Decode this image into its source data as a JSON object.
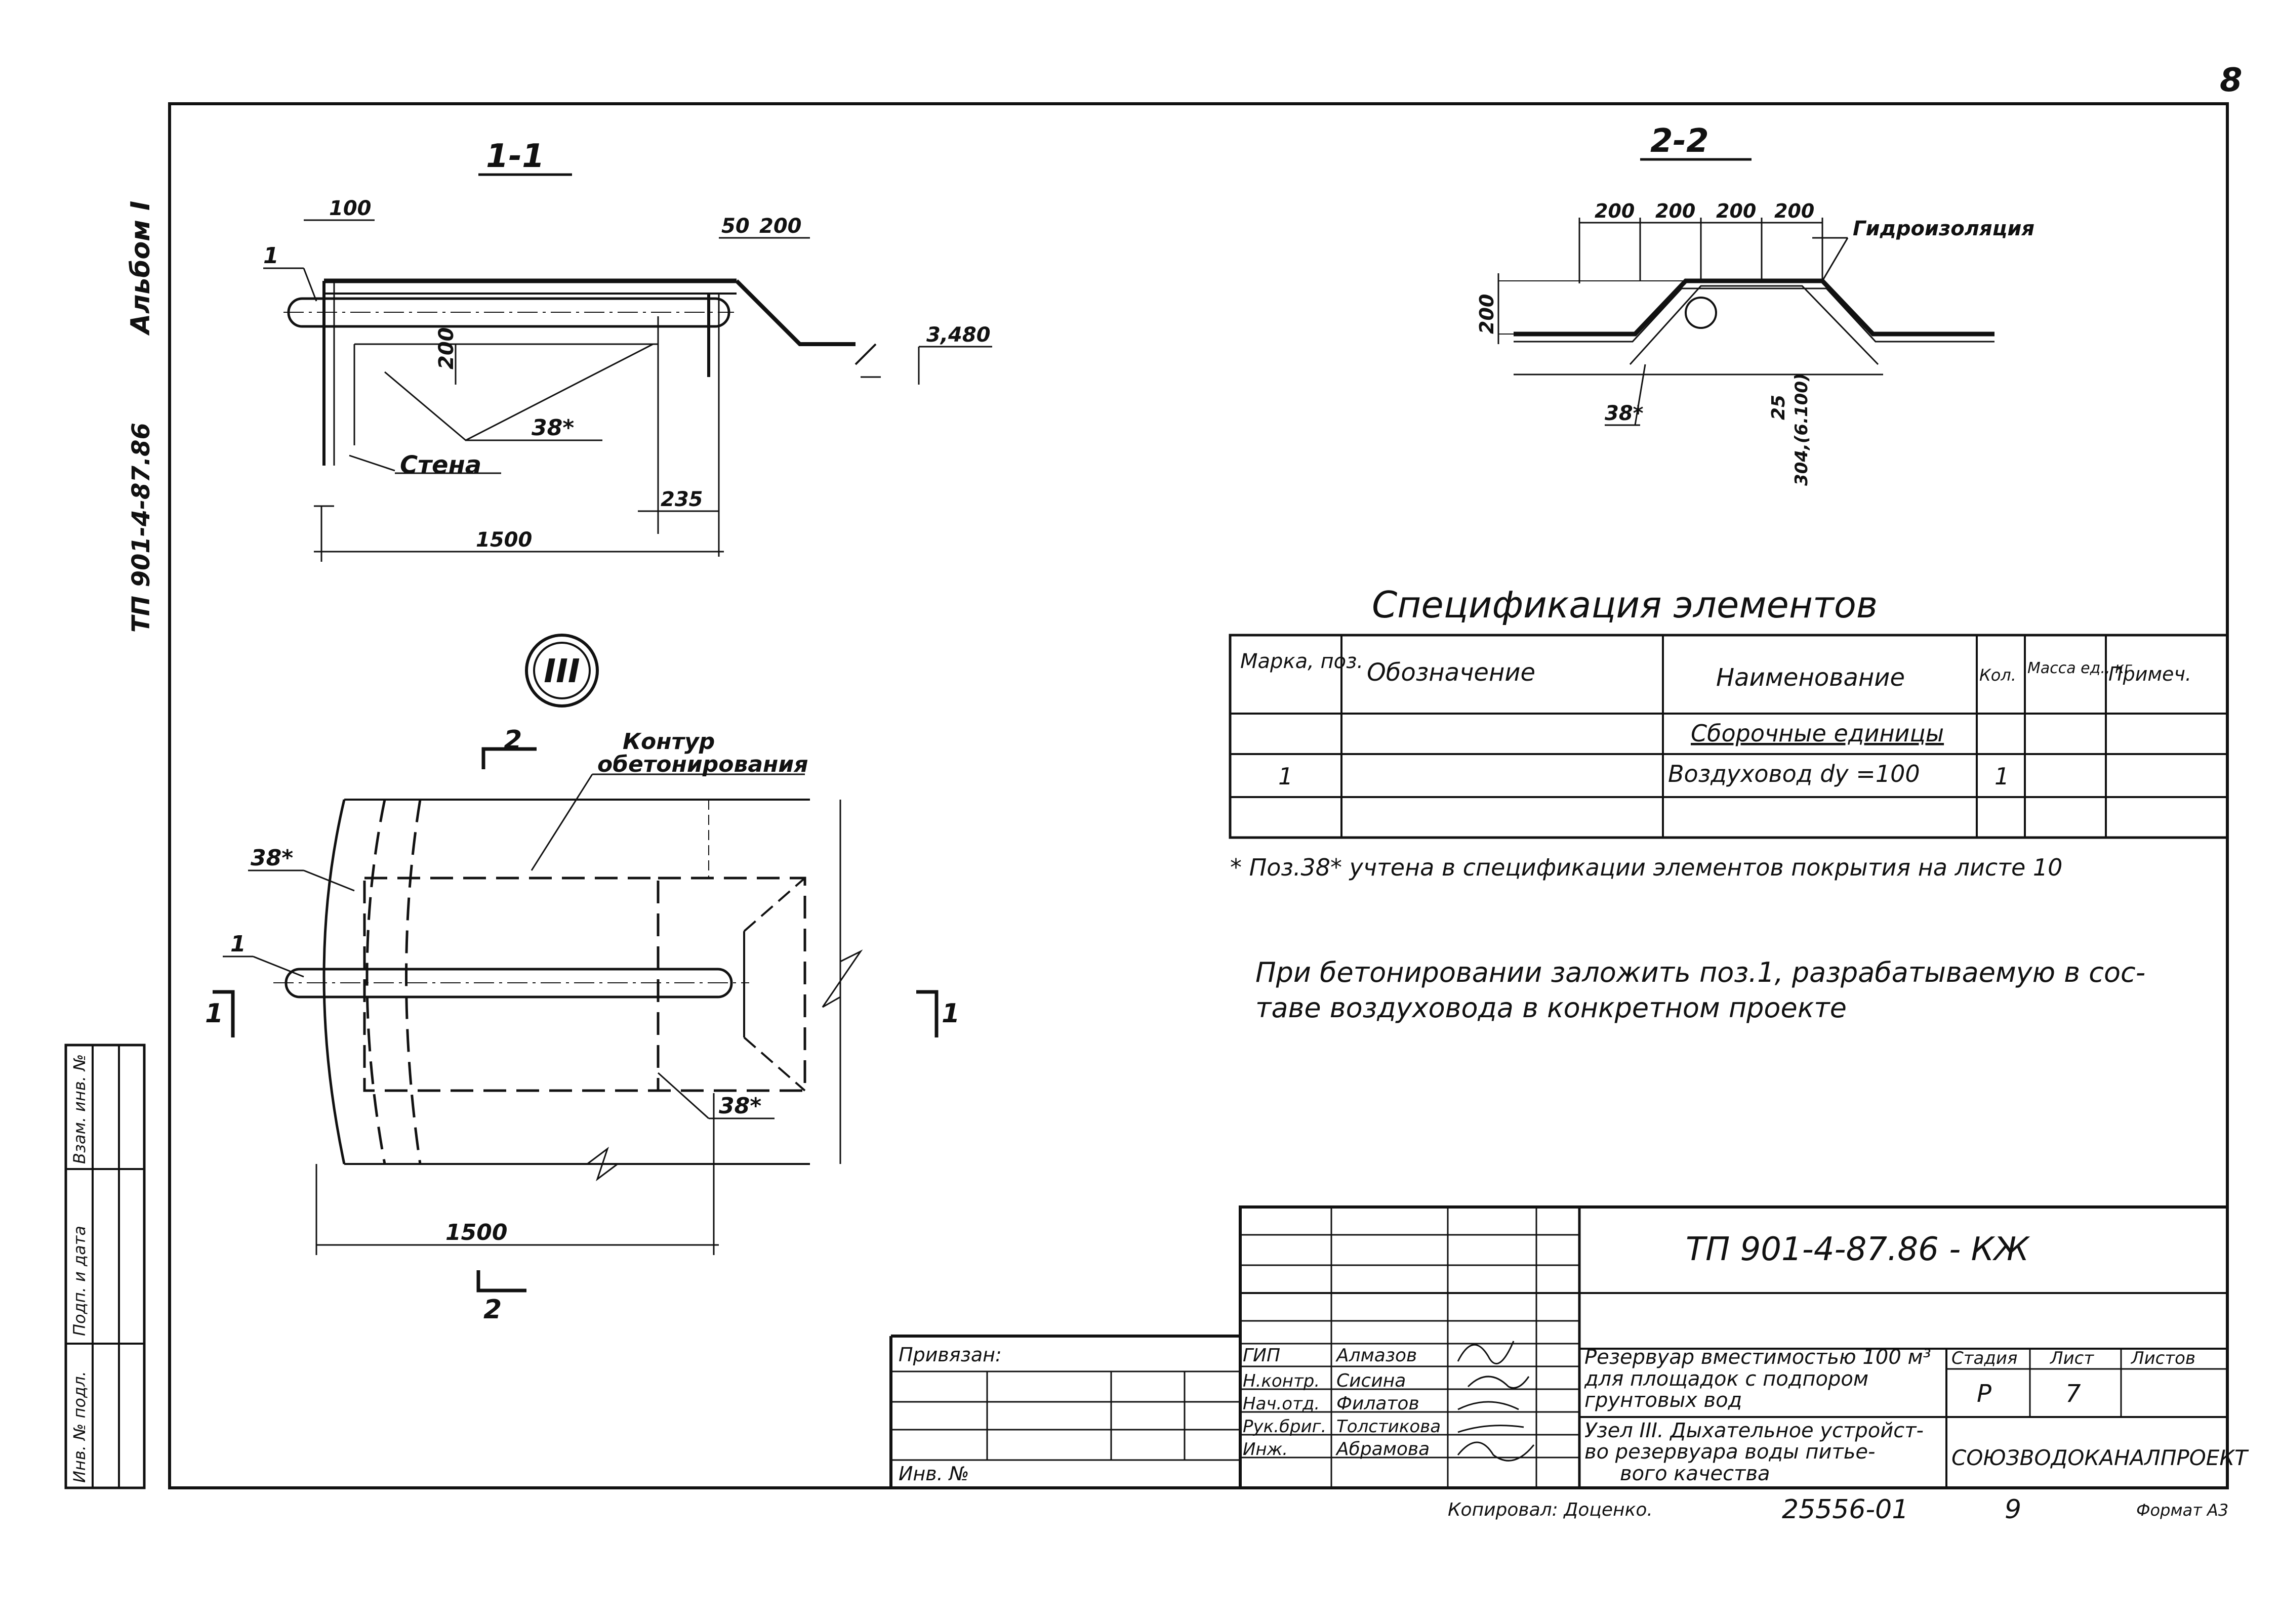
{
  "sheet_number": "8",
  "side_album": "Альбом I",
  "side_code": "ТП 901-4-87.86",
  "section_1": {
    "title": "1-1",
    "dims": {
      "d100": "100",
      "d50": "50",
      "d200a": "200",
      "d200b": "200",
      "elev": "3,480",
      "d235": "235",
      "d1500": "1500"
    },
    "labels": {
      "pos1": "1",
      "pos38": "38*",
      "wall": "Стена"
    }
  },
  "section_2": {
    "title": "2-2",
    "dims": {
      "d200_1": "200",
      "d200_2": "200",
      "d200_3": "200",
      "d200_4": "200",
      "d200_v": "200",
      "d25": "25",
      "elev": "304,(6.100)"
    },
    "labels": {
      "waterproof": "Гидроизоляция",
      "pos38": "38*"
    }
  },
  "node": {
    "mark": "III",
    "contour_label_1": "Контур",
    "contour_label_2": "обетонирования",
    "pos38_a": "38*",
    "pos38_b": "38*",
    "pos1": "1",
    "d1500": "1500",
    "cut_2_top": "2",
    "cut_2_bottom": "2",
    "cut_1_left": "1",
    "cut_1_right": "1"
  },
  "spec": {
    "title": "Спецификация элементов",
    "headers": [
      "Марка, поз.",
      "Обозначение",
      "Наименование",
      "Кол.",
      "Масса ед., кг",
      "Примеч."
    ],
    "section_label": "Сборочные единицы",
    "rows": [
      {
        "pos": "1",
        "designation": "",
        "name": "Воздуховод dу =100",
        "qty": "1",
        "mass": "",
        "note": ""
      }
    ],
    "footnote": "* Поз.38* учтена в спецификации элементов покрытия на листе 10"
  },
  "note": {
    "line1": "При бетонировании заложить поз.1, разрабатываемую в сос-",
    "line2": "таве воздуховода в конкретном проекте"
  },
  "stamp": {
    "doc_code": "ТП 901-4-87.86 - КЖ",
    "attached": "Привязан:",
    "inv_no": "Инв. №",
    "roles": [
      {
        "role": "ГИП",
        "name": "Алмазов"
      },
      {
        "role": "Н.контр.",
        "name": "Сисина"
      },
      {
        "role": "Нач.отд.",
        "name": "Филатов"
      },
      {
        "role": "Рук.бриг.",
        "name": "Толстикова"
      },
      {
        "role": "Инж.",
        "name": "Абрамова"
      }
    ],
    "object_title_1": "Резервуар вместимостью 100 м³",
    "object_title_2": "для площадок с подпором",
    "object_title_3": "грунтовых вод",
    "sheet_title_1": "Узел III. Дыхательное устройст-",
    "sheet_title_2": "во резервуара воды питье-",
    "sheet_title_3": "вого качества",
    "stage_label": "Стадия",
    "sheet_label": "Лист",
    "sheets_label": "Листов",
    "stage": "Р",
    "sheet": "7",
    "org": "СОЮЗВОДОКАНАЛПРОЕКТ",
    "copied": "Копировал: Доценко.",
    "order_no": "25556-01",
    "page_no": "9",
    "format": "Формат А3"
  },
  "left_strip": {
    "col1": "Инв. № подл.",
    "col2": "Подп. и дата",
    "col3": "Взам. инв. №"
  }
}
